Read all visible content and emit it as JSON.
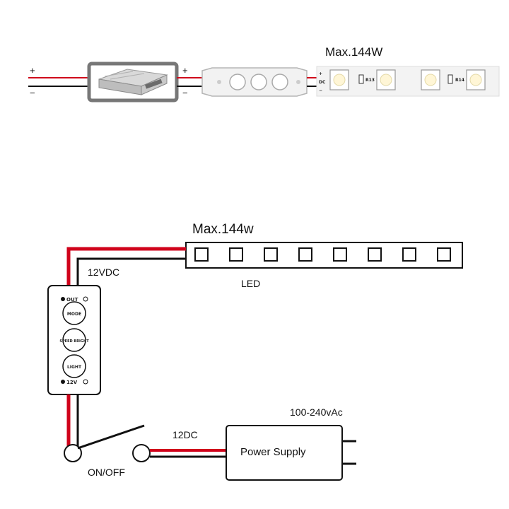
{
  "colors": {
    "positive_wire": "#d0021b",
    "negative_wire": "#111111",
    "supply_frame": "#777777",
    "strip": "#f3f3f3"
  },
  "top_diagram": {
    "max_power": "Max.144W",
    "plus_left": "+",
    "minus_left": "−",
    "plus_mid": "+",
    "minus_mid": "−",
    "strip_plus": "+",
    "strip_dc": "DC",
    "strip_minus": "−",
    "resistor_1": "R13",
    "resistor_2": "R14",
    "controller_icon": "mini-controller-icon",
    "power_supply_icon": "power-supply-photo-icon"
  },
  "bottom_diagram": {
    "max_power": "Max.144w",
    "led_label": "LED",
    "voltage_led": "12VDC",
    "voltage_dc": "12DC",
    "ac_input": "100-240vAc",
    "power_supply_label": "Power Supply",
    "switch_label": "ON/OFF",
    "controller": {
      "out_label": "OUT",
      "in_label": "12V",
      "buttons": [
        "MODE",
        "SPEED BRIGHT",
        "LIGHT"
      ]
    }
  }
}
